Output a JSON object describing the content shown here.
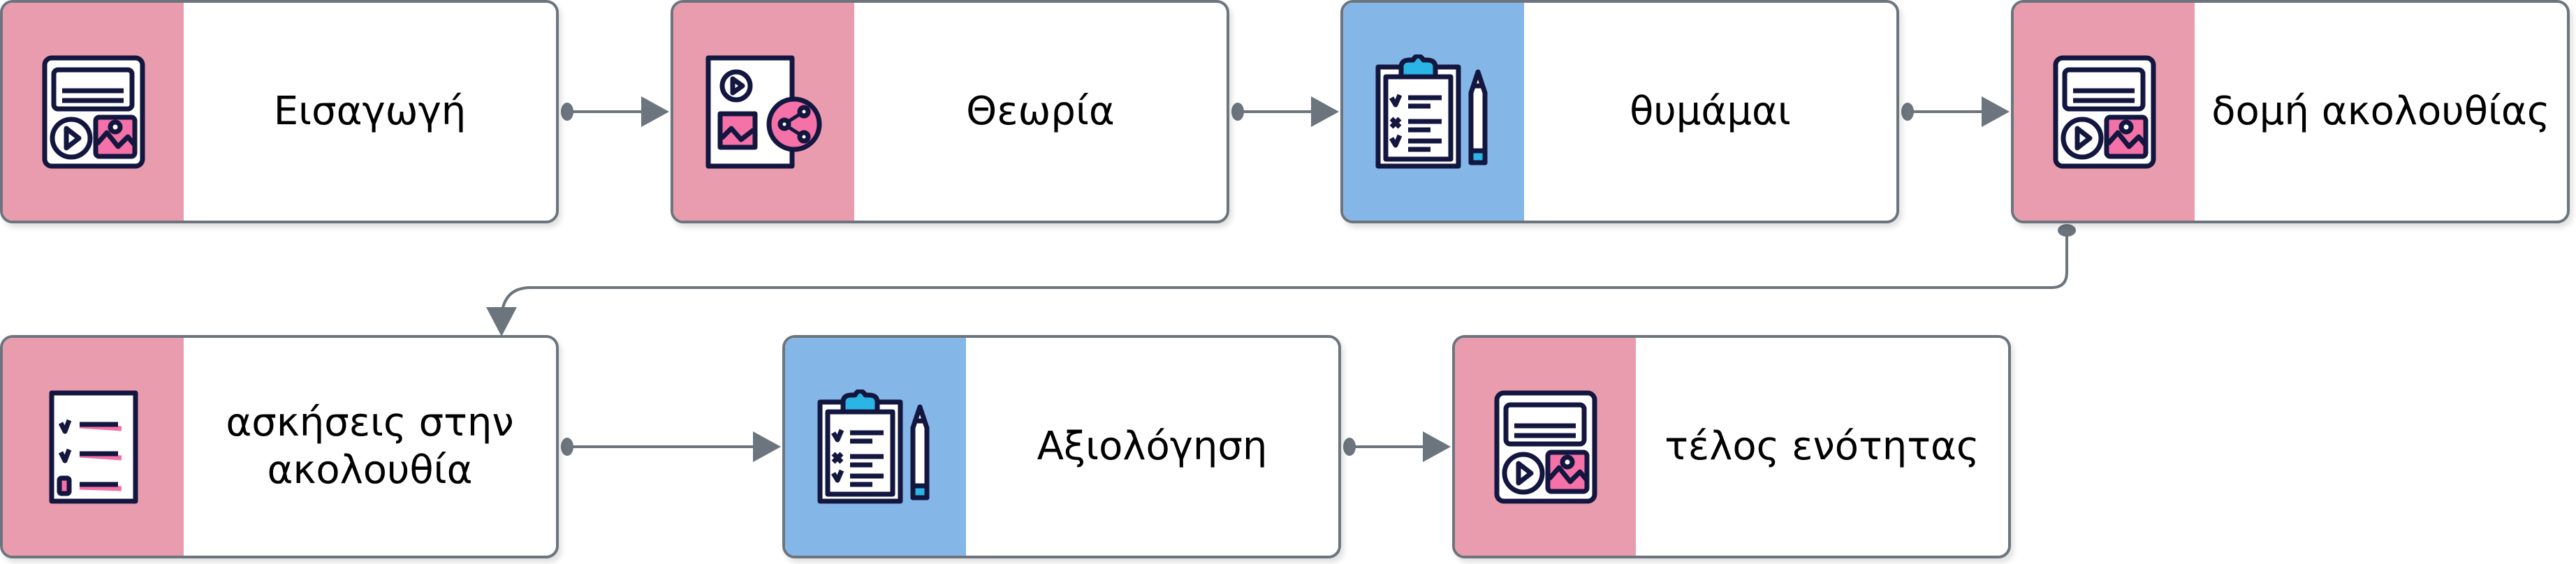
{
  "steps": [
    {
      "label": "Εισαγωγή",
      "icon": "media-page-icon",
      "color": "#e99cae"
    },
    {
      "label": "Θεωρία",
      "icon": "share-document-icon",
      "color": "#e99cae"
    },
    {
      "label": "θυμάμαι",
      "icon": "clipboard-checklist-icon",
      "color": "#84b7e8"
    },
    {
      "label": "δομή ακολουθίας",
      "icon": "media-page-icon",
      "color": "#e99cae"
    },
    {
      "label": "ασκήσεις στην ακολουθία",
      "icon": "checklist-icon",
      "color": "#e99cae"
    },
    {
      "label": "Αξιολόγηση",
      "icon": "clipboard-checklist-icon",
      "color": "#84b7e8"
    },
    {
      "label": "τέλος ενότητας",
      "icon": "media-page-icon",
      "color": "#e99cae"
    }
  ],
  "colors": {
    "connector": "#6c757d",
    "icon_stroke": "#13163f",
    "icon_accent": "#f472a8",
    "icon_cyan": "#2bb5e6"
  }
}
